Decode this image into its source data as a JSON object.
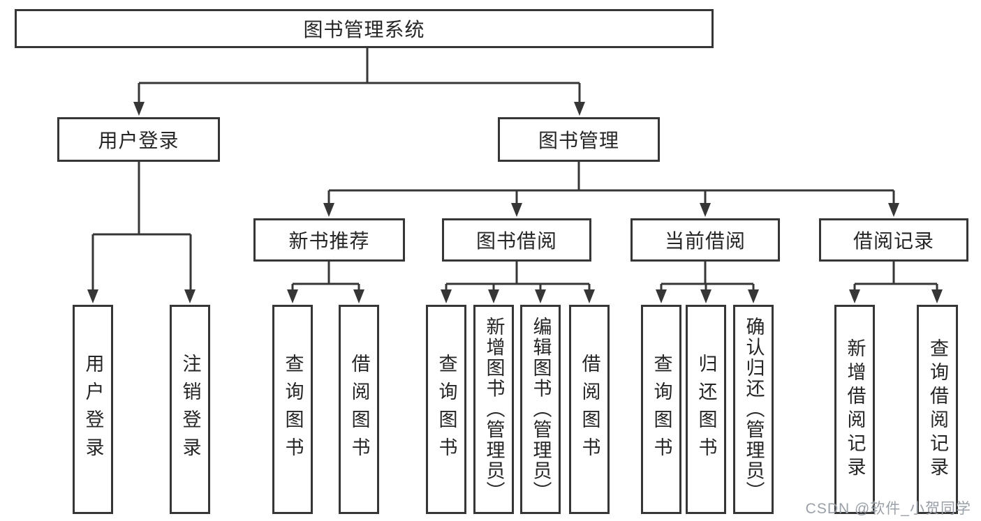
{
  "diagram": {
    "root": {
      "label": "图书管理系统"
    },
    "level2": [
      {
        "label": "用户登录"
      },
      {
        "label": "图书管理"
      }
    ],
    "level3": [
      {
        "label": "新书推荐"
      },
      {
        "label": "图书借阅"
      },
      {
        "label": "当前借阅"
      },
      {
        "label": "借阅记录"
      }
    ],
    "leaves": [
      {
        "label": "用户登录"
      },
      {
        "label": "注销登录"
      },
      {
        "label": "查询图书"
      },
      {
        "label": "借阅图书"
      },
      {
        "label": "查询图书"
      },
      {
        "label": "新增图书（管理员）"
      },
      {
        "label": "编辑图书（管理员）"
      },
      {
        "label": "借阅图书"
      },
      {
        "label": "查询图书"
      },
      {
        "label": "归还图书"
      },
      {
        "label": "确认归还（管理员）"
      },
      {
        "label": "新增借阅记录"
      },
      {
        "label": "查询借阅记录"
      }
    ]
  },
  "watermark": {
    "text": "CSDN @软件_小贺同学"
  },
  "colors": {
    "line": "#363636",
    "text": "#252525",
    "watermark": "#9aa0a8",
    "background": "#ffffff"
  }
}
